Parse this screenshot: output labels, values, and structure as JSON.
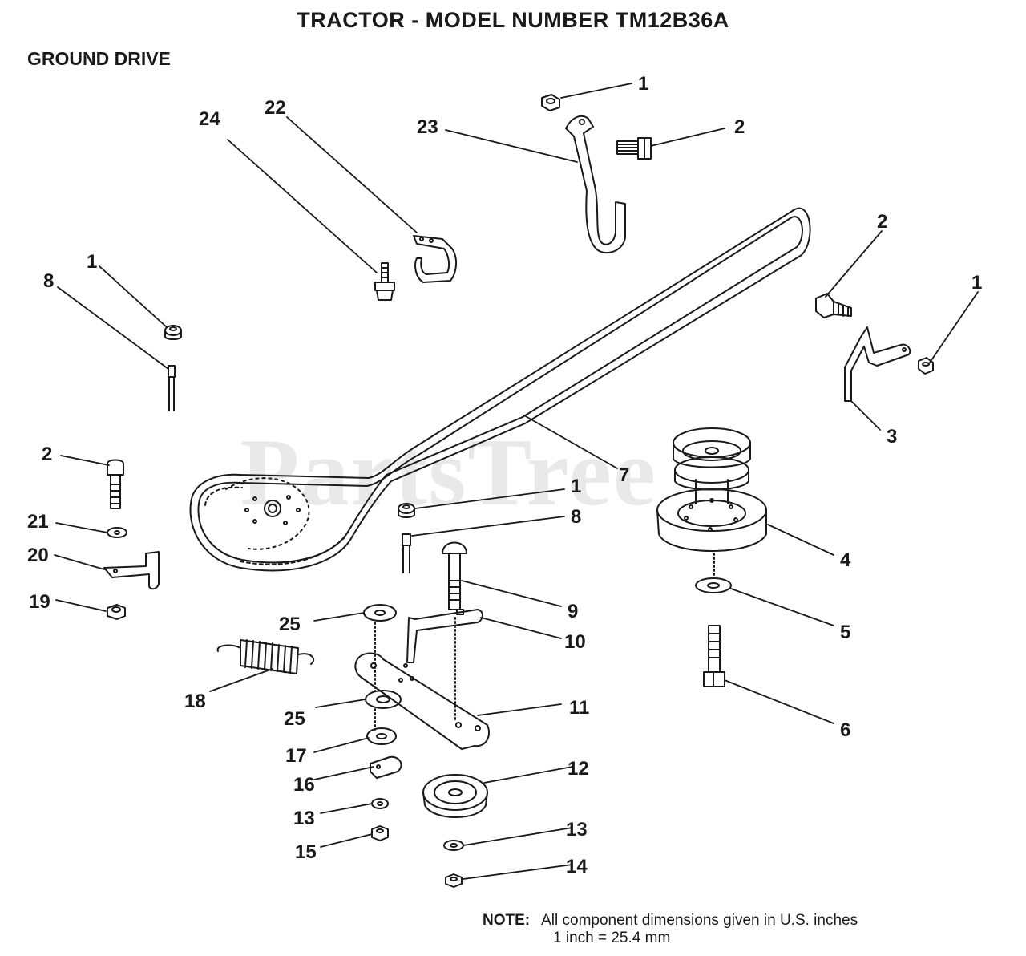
{
  "header": {
    "title": "TRACTOR  - MODEL NUMBER TM12B36A",
    "section": "GROUND DRIVE"
  },
  "watermark": "PartsTree",
  "note": {
    "label": "NOTE:",
    "line1": "All component dimensions given in U.S. inches",
    "line2": "1 inch = 25.4 mm"
  },
  "callouts": [
    "1",
    "2",
    "23",
    "2",
    "1",
    "3",
    "7",
    "24",
    "22",
    "1",
    "8",
    "2",
    "21",
    "20",
    "19",
    "1",
    "8",
    "4",
    "9",
    "10",
    "5",
    "6",
    "25",
    "18",
    "25",
    "11",
    "17",
    "16",
    "12",
    "13",
    "13",
    "15",
    "14"
  ],
  "colors": {
    "ink": "#1a1a1a",
    "watermark": "#d8d8d8"
  }
}
